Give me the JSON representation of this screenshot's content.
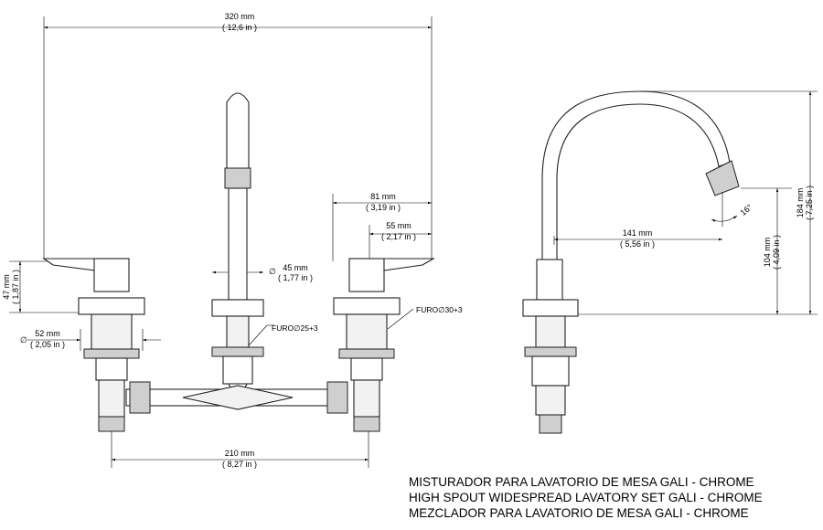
{
  "dimensions": {
    "width_total": {
      "mm": "320 mm",
      "in": "( 12,6 in )"
    },
    "spout_reach": {
      "mm": "81 mm",
      "in": "( 3,19 in )"
    },
    "handle_reach": {
      "mm": "55 mm",
      "in": "( 2,17 in )"
    },
    "neck_diameter": {
      "symbol": "∅",
      "mm": "45 mm",
      "in": "( 1,77 in )"
    },
    "handle_height": {
      "mm": "47 mm",
      "in": "( 1,87 in )"
    },
    "base_diameter": {
      "symbol": "∅",
      "mm": "52 mm",
      "in": "( 2,05 in )"
    },
    "center_spread": {
      "mm": "210 mm",
      "in": "( 8,27 in )"
    },
    "side_reach": {
      "mm": "141 mm",
      "in": "( 5,56 in )"
    },
    "side_spout_height": {
      "mm": "104 mm",
      "in": "( 4,09 in )"
    },
    "side_total_height": {
      "mm": "184 mm",
      "in": "( 7,25 in )"
    },
    "spout_angle": "16°"
  },
  "callouts": {
    "hole_center": "FURO∅25+3",
    "hole_handle": "FURO∅30+3"
  },
  "title_lines": [
    "MISTURADOR PARA LAVATORIO DE MESA GALI - CHROME",
    "HIGH SPOUT WIDESPREAD LAVATORY SET GALI - CHROME",
    "MEZCLADOR PARA LAVATORIO DE MESA GALI - CHROME"
  ]
}
